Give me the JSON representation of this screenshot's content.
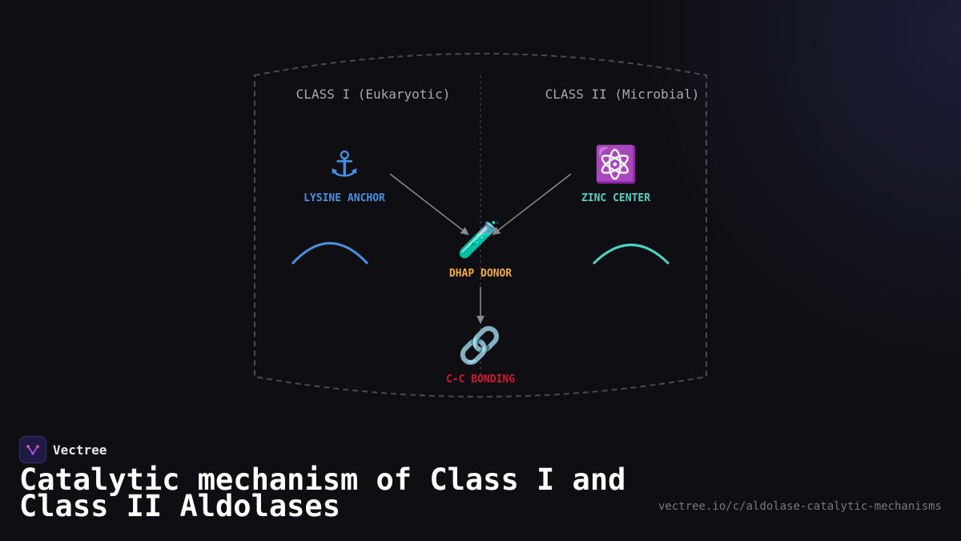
{
  "diagram": {
    "class_1_title": "CLASS I (Eukaryotic)",
    "class_2_title": "CLASS II (Microbial)",
    "nodes": [
      {
        "id": "lysine",
        "label": "LYSINE ANCHOR",
        "icon": "anchor-icon",
        "glyph": "⚓",
        "color": "#4a90e2"
      },
      {
        "id": "zinc",
        "label": "ZINC CENTER",
        "icon": "atom-icon",
        "glyph": "⚛️",
        "color": "#4fd1c5"
      },
      {
        "id": "dhap",
        "label": "DHAP DONOR",
        "icon": "test-tube-icon",
        "glyph": "🧪",
        "color": "#f6a93b"
      },
      {
        "id": "bond",
        "label": "C-C BONDING",
        "icon": "link-icon",
        "glyph": "🔗",
        "color": "#d0192f"
      }
    ]
  },
  "footer": {
    "brand": "Vectree",
    "title": "Catalytic mechanism of Class I and Class II Aldolases",
    "url": "vectree.io/c/aldolase-catalytic-mechanisms"
  }
}
